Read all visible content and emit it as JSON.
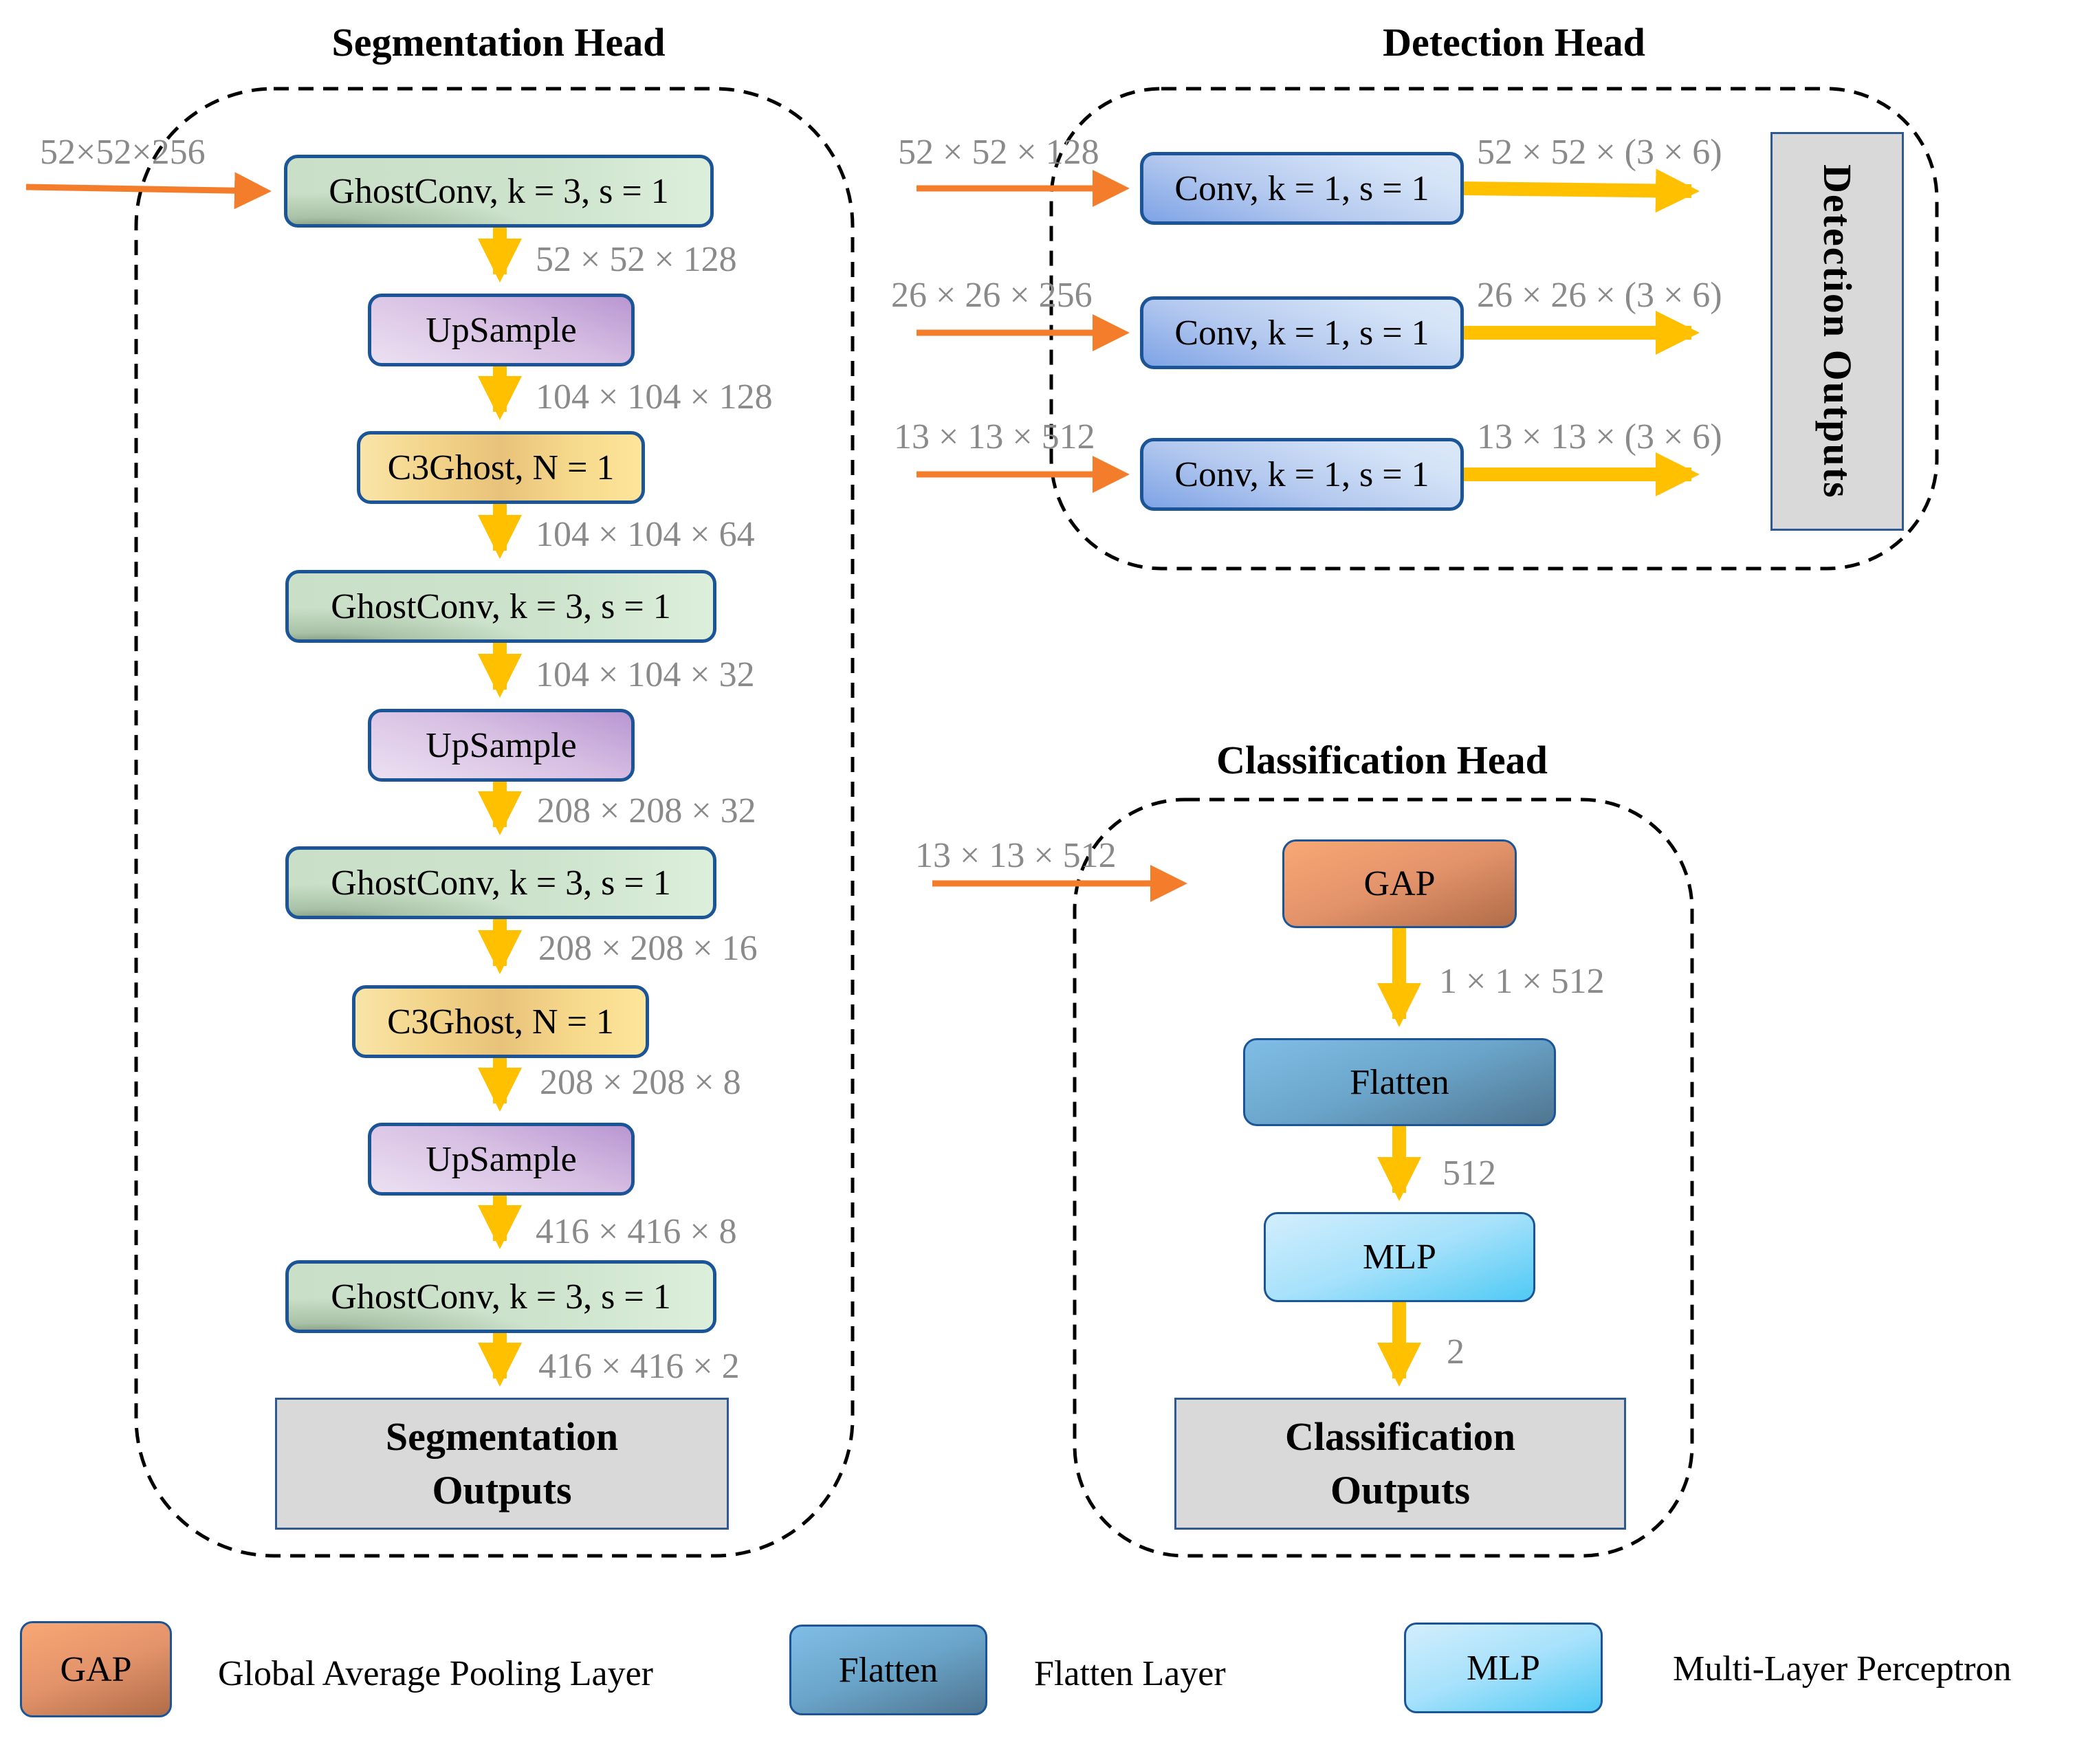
{
  "diagram": {
    "segmentation_head": {
      "title": "Segmentation Head",
      "input_label": "52×52×256",
      "blocks": [
        {
          "label": "GhostConv, k = 3, s = 1",
          "type": "ghostconv"
        },
        {
          "label": "UpSample",
          "type": "upsample"
        },
        {
          "label": "C3Ghost, N = 1",
          "type": "c3ghost"
        },
        {
          "label": "GhostConv, k = 3, s = 1",
          "type": "ghostconv"
        },
        {
          "label": "UpSample",
          "type": "upsample"
        },
        {
          "label": "GhostConv, k = 3, s = 1",
          "type": "ghostconv"
        },
        {
          "label": "C3Ghost, N = 1",
          "type": "c3ghost"
        },
        {
          "label": "UpSample",
          "type": "upsample"
        },
        {
          "label": "GhostConv, k = 3, s = 1",
          "type": "ghostconv"
        }
      ],
      "edge_labels": [
        "52 × 52 × 128",
        "104 × 104 × 128",
        "104 × 104 × 64",
        "104 × 104 × 32",
        "208 × 208 × 32",
        "208 × 208 × 16",
        "208 × 208 × 8",
        "416 × 416 × 8",
        "416 × 416 × 2"
      ],
      "output_line1": "Segmentation",
      "output_line2": "Outputs"
    },
    "detection_head": {
      "title": "Detection Head",
      "rows": [
        {
          "input": "52 × 52 × 128",
          "block": "Conv, k = 1, s = 1",
          "output": "52 × 52 × (3 × 6)"
        },
        {
          "input": "26 × 26 × 256",
          "block": "Conv, k = 1, s = 1",
          "output": "26 × 26 × (3 × 6)"
        },
        {
          "input": "13 × 13 × 512",
          "block": "Conv, k = 1, s = 1",
          "output": "13 × 13 × (3 × 6)"
        }
      ],
      "output_label": "Detection Outputs"
    },
    "classification_head": {
      "title": "Classification Head",
      "input_label": "13 × 13 × 512",
      "blocks": [
        {
          "label": "GAP",
          "type": "gap"
        },
        {
          "label": "Flatten",
          "type": "flatten"
        },
        {
          "label": "MLP",
          "type": "mlp"
        }
      ],
      "edge_labels": [
        "1 × 1 × 512",
        "512",
        "2"
      ],
      "output_line1": "Classification",
      "output_line2": "Outputs"
    },
    "legend": [
      {
        "abbr": "GAP",
        "description": "Global Average Pooling Layer"
      },
      {
        "abbr": "Flatten",
        "description": "Flatten Layer"
      },
      {
        "abbr": "MLP",
        "description": "Multi-Layer Perceptron"
      }
    ],
    "colors": {
      "input_arrow": "#f47d2c",
      "flow_arrow": "#ffc000",
      "block_border": "#1b5597",
      "dim_text": "#8a8a8a",
      "output_box": "#d9d9d9"
    }
  }
}
